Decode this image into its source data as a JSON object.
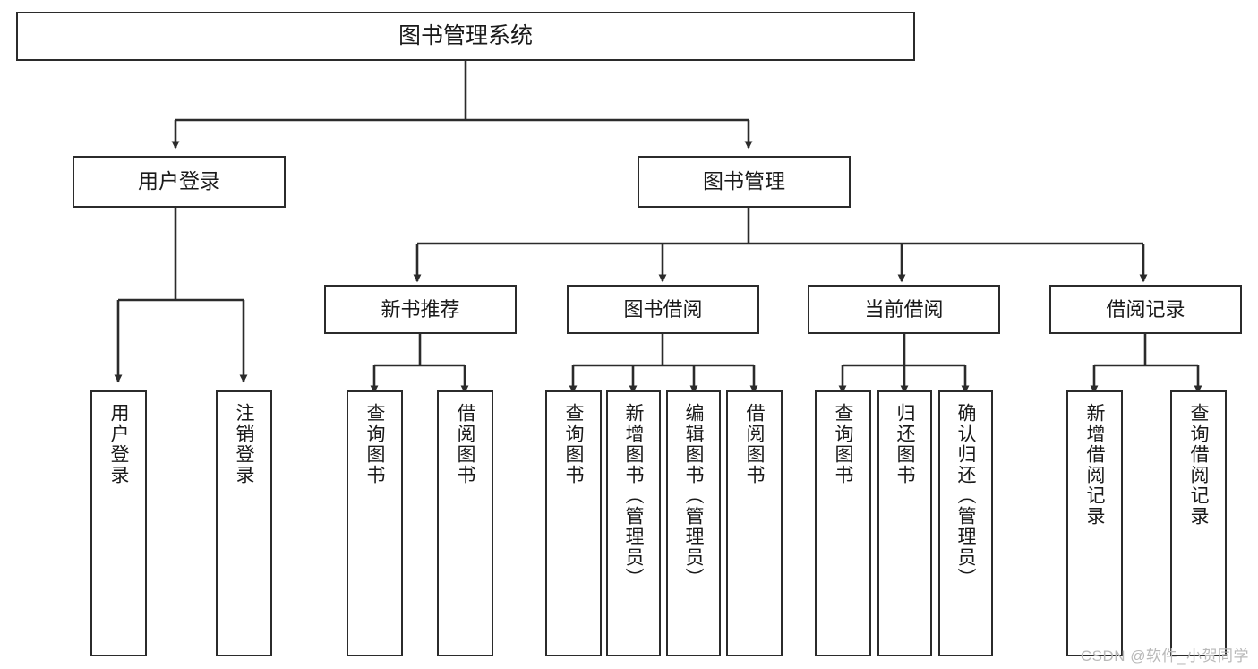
{
  "diagram": {
    "title": "图书管理系统",
    "type": "tree-hierarchy",
    "colors": {
      "box_border": "#2b2b2b",
      "box_fill": "#ffffff",
      "edge": "#2b2b2b",
      "text": "#1a1a1a",
      "watermark": "#b9b9b9",
      "background": "#ffffff"
    },
    "root": {
      "label": "图书管理系统"
    },
    "level1": [
      {
        "label": "用户登录"
      },
      {
        "label": "图书管理"
      }
    ],
    "level2": [
      {
        "label": "新书推荐"
      },
      {
        "label": "图书借阅"
      },
      {
        "label": "当前借阅"
      },
      {
        "label": "借阅记录"
      }
    ],
    "leaves": {
      "user_login": [
        {
          "label": "用户登录"
        },
        {
          "label": "注销登录"
        }
      ],
      "new_book_recommend": [
        {
          "label": "查询图书"
        },
        {
          "label": "借阅图书"
        }
      ],
      "book_borrow": [
        {
          "label": "查询图书"
        },
        {
          "label": "新增图书（管理员）"
        },
        {
          "label": "编辑图书（管理员）"
        },
        {
          "label": "借阅图书"
        }
      ],
      "current_borrow": [
        {
          "label": "查询图书"
        },
        {
          "label": "归还图书"
        },
        {
          "label": "确认归还（管理员）"
        }
      ],
      "borrow_record": [
        {
          "label": "新增借阅记录"
        },
        {
          "label": "查询借阅记录"
        }
      ]
    }
  },
  "watermark": {
    "text": "CSDN @软件_小贺同学"
  }
}
